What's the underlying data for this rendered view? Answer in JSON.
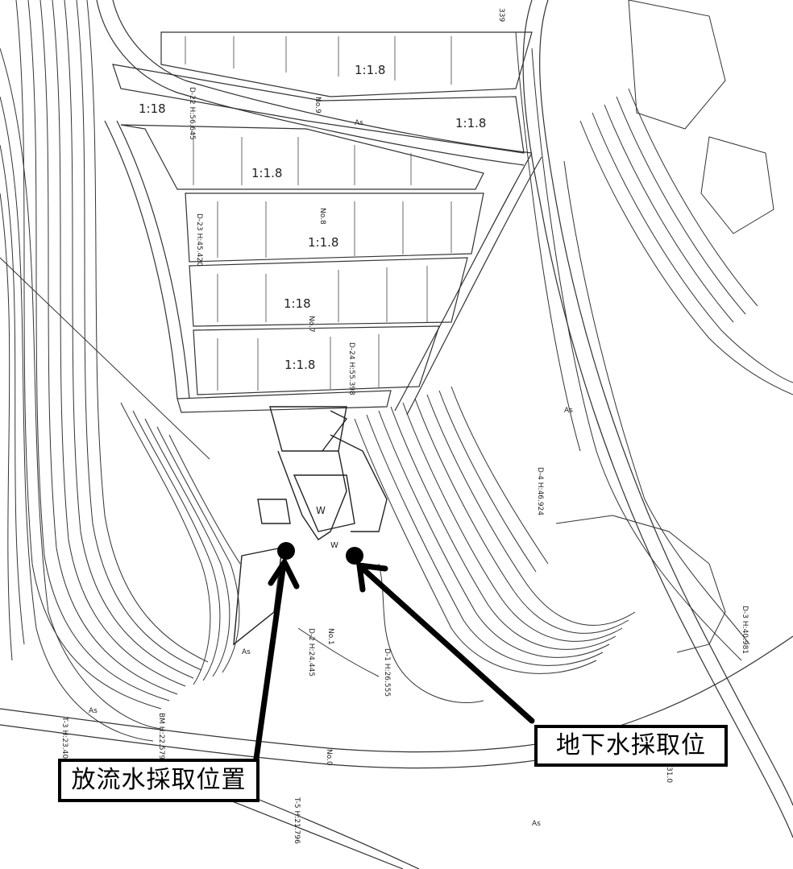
{
  "slope_labels": [
    "1:1.8",
    "1:18",
    "1:1.8",
    "1:1.8",
    "1:1.8",
    "1:18",
    "1:1.8"
  ],
  "station_labels": [
    "D-22 H:56.645",
    "D-23 H:45.420",
    "D-24 H:55.398",
    "D-4 H:46.924",
    "D-3 H:40.981",
    "D-2 H:24.445",
    "D-1 H:26.555",
    "BM H:22.579",
    "T-3 H:23.40",
    "T-5 H:21.796"
  ],
  "misc_labels": [
    "339",
    "As",
    "As",
    "As",
    "As",
    "As",
    "W",
    "W",
    "No.9",
    "No.8",
    "No.7",
    "No.1",
    "No.0",
    "31.0"
  ],
  "callouts": {
    "discharge_water": "放流水採取位置",
    "groundwater": "地下水採取位"
  },
  "colors": {
    "line": "#333333",
    "marker": "#000000",
    "background": "#ffffff"
  }
}
